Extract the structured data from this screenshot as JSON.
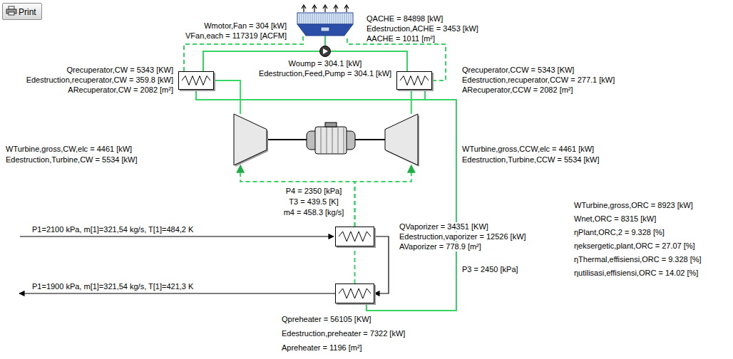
{
  "diagram": {
    "nodes": [
      {
        "text": [
          "Print"
        ]
      },
      {
        "text": [
          "Wmotor,Fan = 304 [kW]",
          "VFan,each = 117319 [ACFM]",
          "QACHE = 84898 [kW]",
          "Edestruction,ACHE = 3453 [kW]",
          "AACHE = 1011 [m²]"
        ]
      },
      {
        "text": [
          "Woump = 304.1 [kW]",
          "Edestruction,Feed,Pump = 304.1 [kW]"
        ]
      },
      {
        "text": [
          "Qrecuperator,CW = 5343 [KW]",
          "Edestruction,recuperator,CW = 359.8 [kW]",
          "ARecuperator,CW = 2082 [m²]"
        ]
      },
      {
        "text": [
          "Qrecuperator,CCW = 5343 [KW]",
          "Edestruction,recuperator,CCW = 277.1 [kW]",
          "ARecuperator,CCW = 2082 [m²]"
        ]
      },
      {
        "text": [
          "WTurbine,gross,CW,elc = 4461 [kW]",
          "Edestruction,Turbine,CW = 5534 [kW]"
        ]
      },
      {
        "text": [
          "WTurbine,gross,CCW,elc = 4461 [kW]",
          "Edestruction,Turbine,CCW = 5534 [kW]"
        ]
      },
      {
        "text": [
          "QVaporizer = 34351 [KW]",
          "Edestruction,vaporizer = 12526 [kW]",
          "AVaporizer = 778.9 [m²]"
        ]
      },
      {
        "text": [
          "Qpreheater = 56105 [KW]",
          "Edestruction,preheater = 7322 [kW]",
          "Apreheater = 1196 [m²]"
        ]
      }
    ],
    "edges": [
      {
        "from": 1,
        "to": 2,
        "arrow": "none"
      },
      {
        "from": 2,
        "to": 3,
        "arrow": "none"
      },
      {
        "from": 2,
        "to": 4,
        "arrow": "none"
      },
      {
        "from": 3,
        "to": 1,
        "arrow": "none"
      },
      {
        "from": 4,
        "to": 1,
        "arrow": "none"
      },
      {
        "from": 3,
        "to": 8,
        "arrow": "none"
      },
      {
        "from": 4,
        "to": 8,
        "arrow": "none"
      },
      {
        "from": 8,
        "to": 7,
        "arrow": "none"
      },
      {
        "from": 7,
        "to": 5,
        "arrow": "to"
      },
      {
        "from": 7,
        "to": 6,
        "arrow": "to"
      },
      {
        "from": 5,
        "to": 3,
        "arrow": "none"
      },
      {
        "from": 6,
        "to": 4,
        "arrow": "none"
      },
      {
        "from": 7,
        "to": 8,
        "arrow": "to"
      }
    ],
    "labels": [
      "P1=2100 kPa, m[1]=321,54 kg/s, T[1]=484,2 K",
      "P1=1900 kPa, m[1]=321,54 kg/s, T[1]=421,3 K",
      "P4 = 2350 [kPa]",
      "T3 = 439.5 [K]",
      "m4 = 458.3 [kg/s]",
      "P3 = 2450 [kPa]",
      "WTurbine,gross,ORC = 8923 [kW]",
      "Wnet,ORC = 8315 [kW]",
      "ηPlant,ORC,2 = 9.328 [%]",
      "ηeksergetic,plant,ORC = 27.07 [%]",
      "ηThermal,effisiensi,ORC = 9.328 [%]",
      "ηutilisasi,effisiensi,ORC = 14.02 [%]"
    ]
  }
}
